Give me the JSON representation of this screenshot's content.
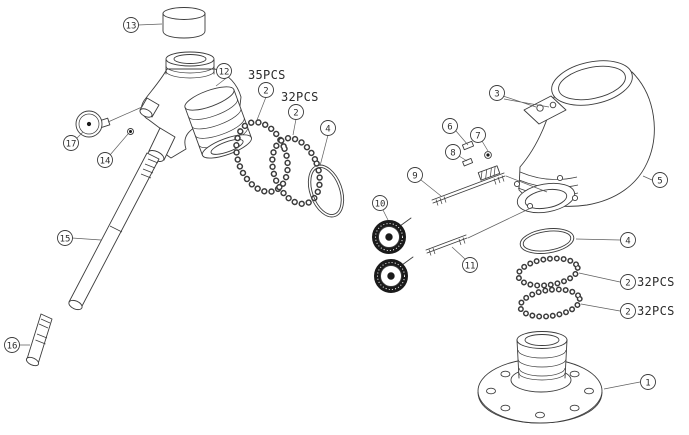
{
  "diagram": {
    "type": "exploded-parts-assembly-drawing",
    "ink_color": "#3c3c3c",
    "callouts": {
      "cap": "13",
      "gland_nut": "12",
      "ball_ring_35_left": "2",
      "ball_ring_32_left": "2",
      "oring_left": "4",
      "gauge": "17",
      "pin": "14",
      "tube_long": "15",
      "tube_short": "16",
      "pad_bolts": "3",
      "screw": "6",
      "nut": "7",
      "fitting": "8",
      "stud_upper": "9",
      "handwheel": "10",
      "stud_lower": "11",
      "elbow": "5",
      "oring_right": "4",
      "ball_ring_32_right_upper": "2",
      "ball_ring_32_right_lower": "2",
      "flange": "1"
    },
    "labels": {
      "qty_35": "35PCS",
      "qty_32_left": "32PCS",
      "qty_32_right_upper": "32PCS",
      "qty_32_right_lower": "32PCS"
    }
  }
}
